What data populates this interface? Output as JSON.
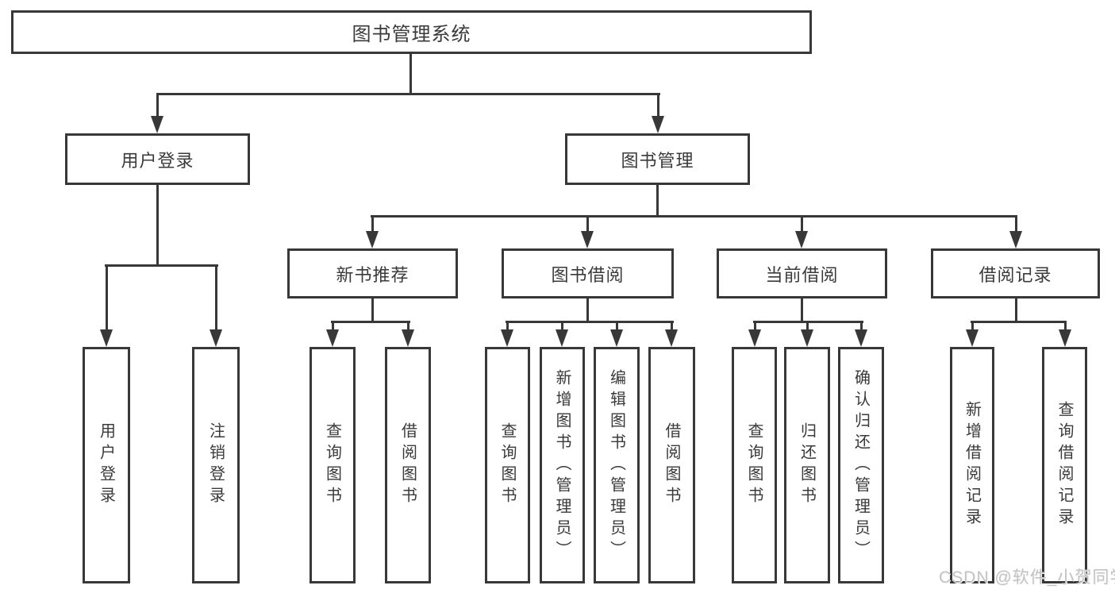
{
  "colors": {
    "background": "#ffffff",
    "line": "#383838",
    "text": "#3a3a3a",
    "watermark_text": "#c3c3c3"
  },
  "tree": {
    "root": {
      "label": "图书管理系统"
    },
    "branches": [
      {
        "label": "用户登录",
        "children": [
          {
            "label": "用户登录"
          },
          {
            "label": "注销登录"
          }
        ]
      },
      {
        "label": "图书管理",
        "children": [
          {
            "label": "新书推荐",
            "children": [
              {
                "label": "查询图书"
              },
              {
                "label": "借阅图书"
              }
            ]
          },
          {
            "label": "图书借阅",
            "children": [
              {
                "label": "查询图书"
              },
              {
                "label": "新增图书（管理员）"
              },
              {
                "label": "编辑图书（管理员）"
              },
              {
                "label": "借阅图书"
              }
            ]
          },
          {
            "label": "当前借阅",
            "children": [
              {
                "label": "查询图书"
              },
              {
                "label": "归还图书"
              },
              {
                "label": "确认归还（管理员）"
              }
            ]
          },
          {
            "label": "借阅记录",
            "children": [
              {
                "label": "新增借阅记录"
              },
              {
                "label": "查询借阅记录"
              }
            ]
          }
        ]
      }
    ]
  },
  "watermark": {
    "text": "CSDN @软件_小贺同学"
  }
}
